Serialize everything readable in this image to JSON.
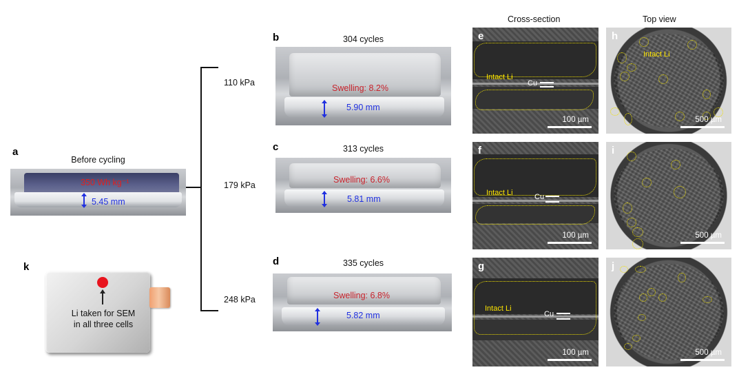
{
  "panels": {
    "a": {
      "letter": "a",
      "caption": "Before cycling",
      "energy": "350 Wh kg⁻¹",
      "thickness": "5.45 mm"
    },
    "b": {
      "letter": "b",
      "caption": "304 cycles",
      "pressure": "110 kPa",
      "swelling": "Swelling: 8.2%",
      "thickness": "5.90 mm"
    },
    "c": {
      "letter": "c",
      "caption": "313 cycles",
      "pressure": "179 kPa",
      "swelling": "Swelling: 6.6%",
      "thickness": "5.81 mm"
    },
    "d": {
      "letter": "d",
      "caption": "335 cycles",
      "pressure": "248 kPa",
      "swelling": "Swelling: 6.8%",
      "thickness": "5.82 mm"
    },
    "k": {
      "letter": "k",
      "text_line1": "Li taken for SEM",
      "text_line2": "in all three cells"
    }
  },
  "columns": {
    "cross_section": "Cross-section",
    "top_view": "Top view"
  },
  "sem": {
    "e": {
      "letter": "e",
      "intact": "Intact Li",
      "cu": "Cu",
      "scale": "100 µm"
    },
    "f": {
      "letter": "f",
      "intact": "Intact Li",
      "cu": "Cu",
      "scale": "100 µm"
    },
    "g": {
      "letter": "g",
      "intact": "Intact Li",
      "cu": "Cu",
      "scale": "100 µm"
    },
    "h": {
      "letter": "h",
      "intact": "Intact Li",
      "scale": "500 µm"
    },
    "i": {
      "letter": "i",
      "scale": "500 µm"
    },
    "j": {
      "letter": "j",
      "scale": "500 µm"
    }
  },
  "colors": {
    "swelling": "#c8232c",
    "thickness": "#2030e0",
    "highlight": "#f0e000",
    "sample_dot": "#e8141e",
    "tab": "#f0a070"
  }
}
